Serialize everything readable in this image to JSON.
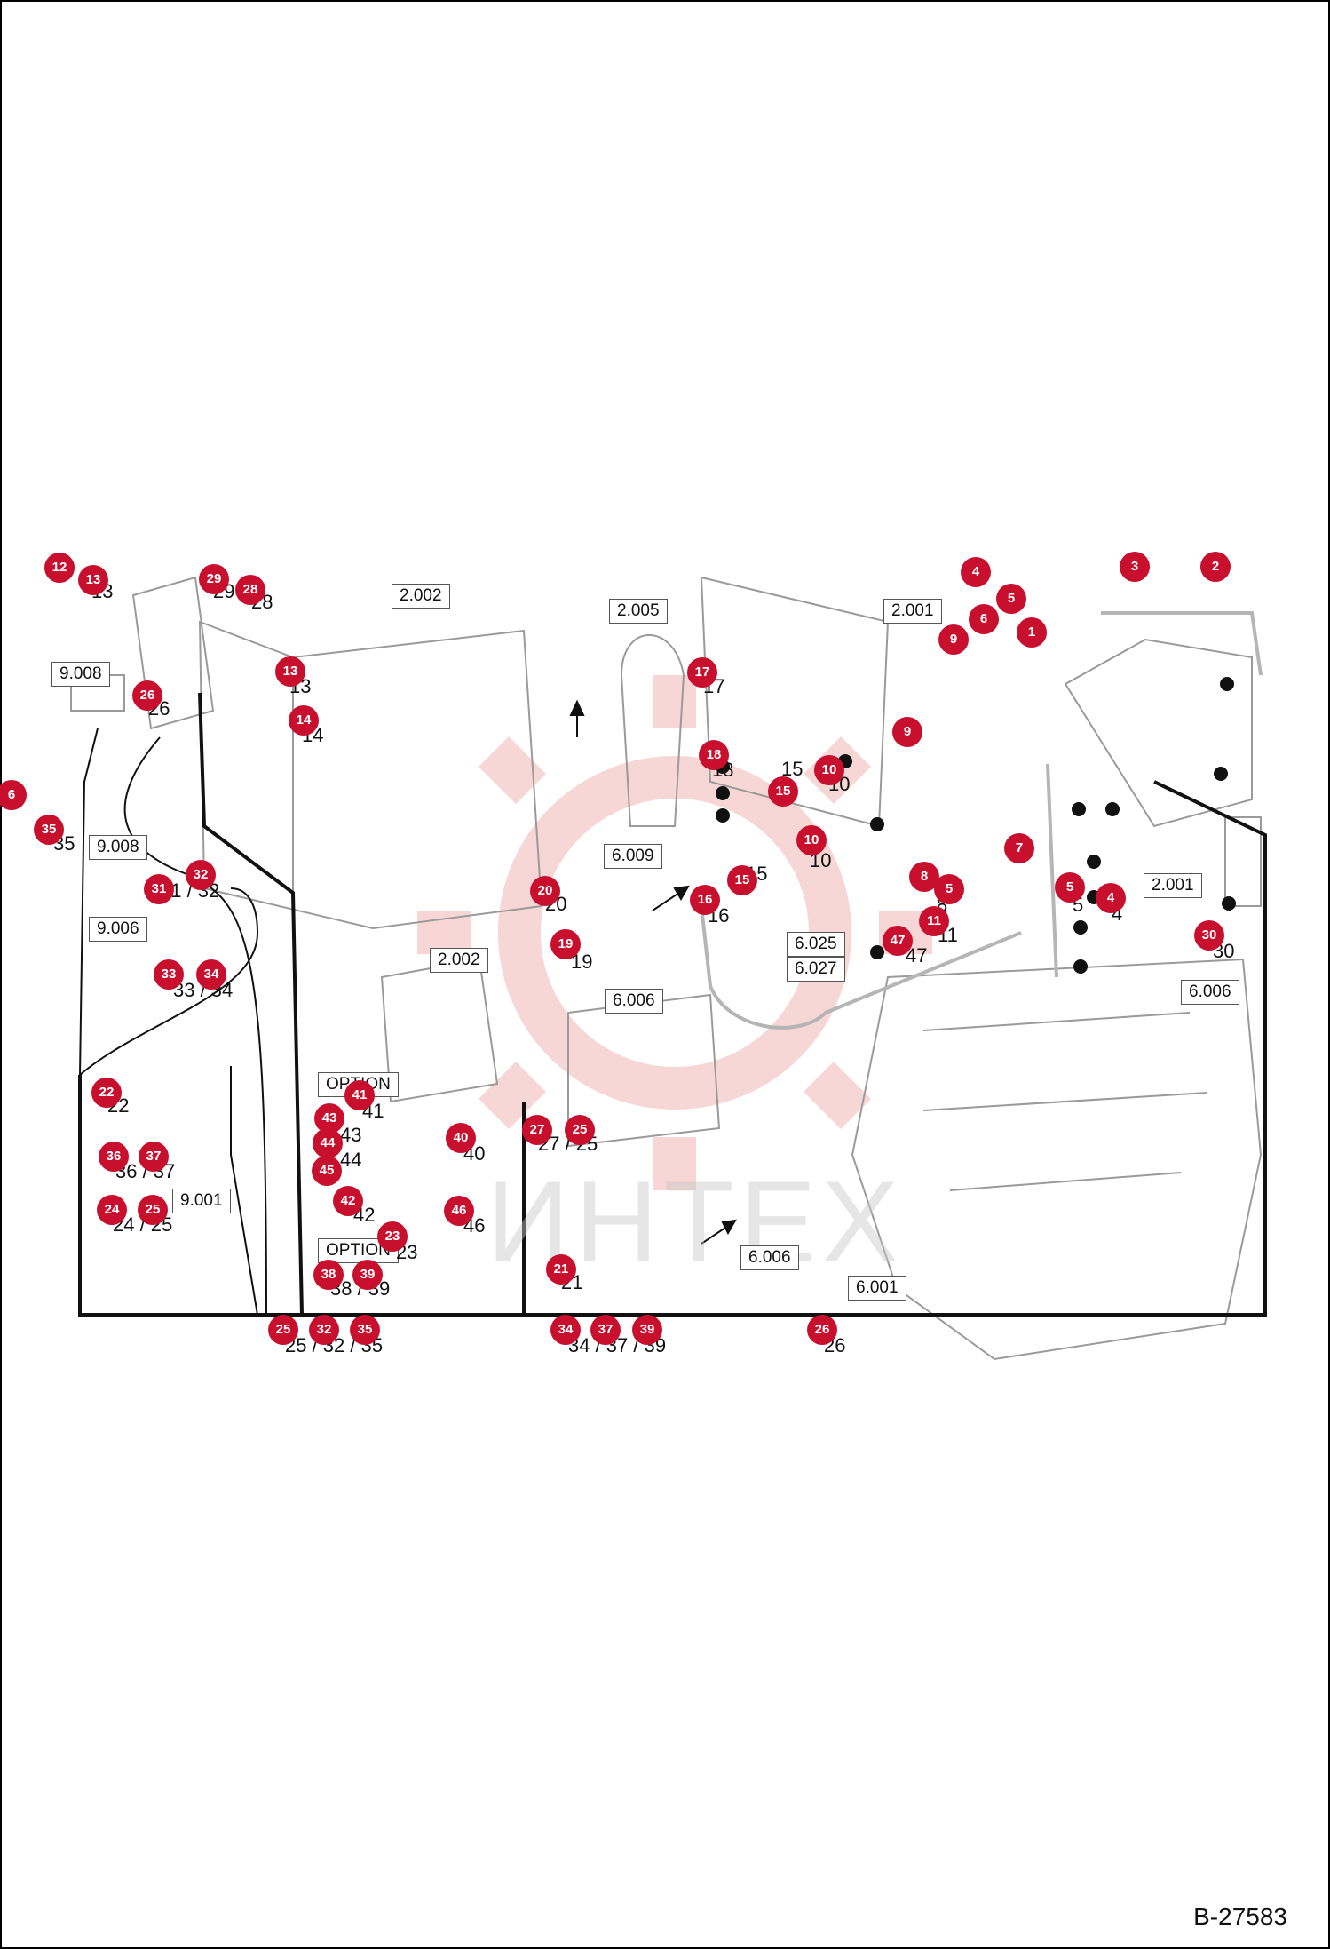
{
  "drawing_number": "B-27583",
  "watermark_text": "ИНТЕХ",
  "accent_color": "#c8102e",
  "reference_boxes": [
    "2.002",
    "2.005",
    "2.001",
    "9.008",
    "6.009",
    "2.001",
    "9.008",
    "9.006",
    "2.002",
    "6.006",
    "6.025",
    "6.027",
    "6.006",
    "OPTION",
    "9.001",
    "OPTION",
    "6.006",
    "6.001"
  ],
  "callouts": [
    "12",
    "13",
    "29",
    "28",
    "4",
    "5",
    "6",
    "9",
    "1",
    "3",
    "2",
    "13",
    "26",
    "14",
    "17",
    "18",
    "9",
    "10",
    "15",
    "10",
    "7",
    "6",
    "35",
    "31",
    "32",
    "20",
    "15",
    "16",
    "8",
    "5",
    "5",
    "4",
    "11",
    "47",
    "30",
    "33",
    "34",
    "19",
    "22",
    "36",
    "37",
    "41",
    "43",
    "44",
    "45",
    "42",
    "40",
    "46",
    "24",
    "25",
    "23",
    "38",
    "39",
    "21",
    "27",
    "25",
    "25",
    "32",
    "35",
    "34",
    "37",
    "39",
    "26"
  ],
  "part_labels": [
    "13",
    "29",
    "28",
    "13",
    "26",
    "14",
    "17",
    "18",
    "10",
    "15",
    "10",
    "20",
    "15",
    "16",
    "35",
    "31 / 32",
    "33 / 34",
    "19",
    "22",
    "36 / 37",
    "24 / 25",
    "41",
    "43",
    "44",
    "42",
    "40",
    "46",
    "23",
    "38 / 39",
    "21",
    "27 / 25",
    "25 / 32 / 35",
    "34 / 37 / 39",
    "26",
    "47",
    "11",
    "30",
    "8",
    "5",
    "4"
  ]
}
